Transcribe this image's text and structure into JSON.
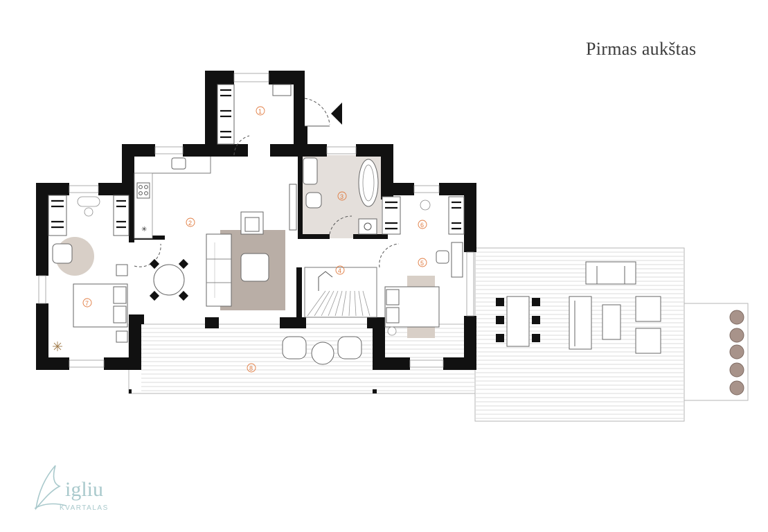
{
  "header": {
    "title": "Pirmas aukštas"
  },
  "rooms": [
    {
      "number": "1"
    },
    {
      "number": "2"
    },
    {
      "number": "3"
    },
    {
      "number": "4"
    },
    {
      "number": "5"
    },
    {
      "number": "6"
    },
    {
      "number": "7"
    },
    {
      "number": "8"
    }
  ],
  "logo": {
    "word": "igliu",
    "sub": "KVARTALAS"
  },
  "colors": {
    "walls": "#111111",
    "room_label": "#e07a3f",
    "rug": "#b9aea6",
    "bath_tile": "#e4dfdb",
    "logo": "#a9c9cc",
    "planter": "#a8938a"
  },
  "icons": [
    "entrance-arrow-icon",
    "plant-icon",
    "logo-sail-icon"
  ]
}
